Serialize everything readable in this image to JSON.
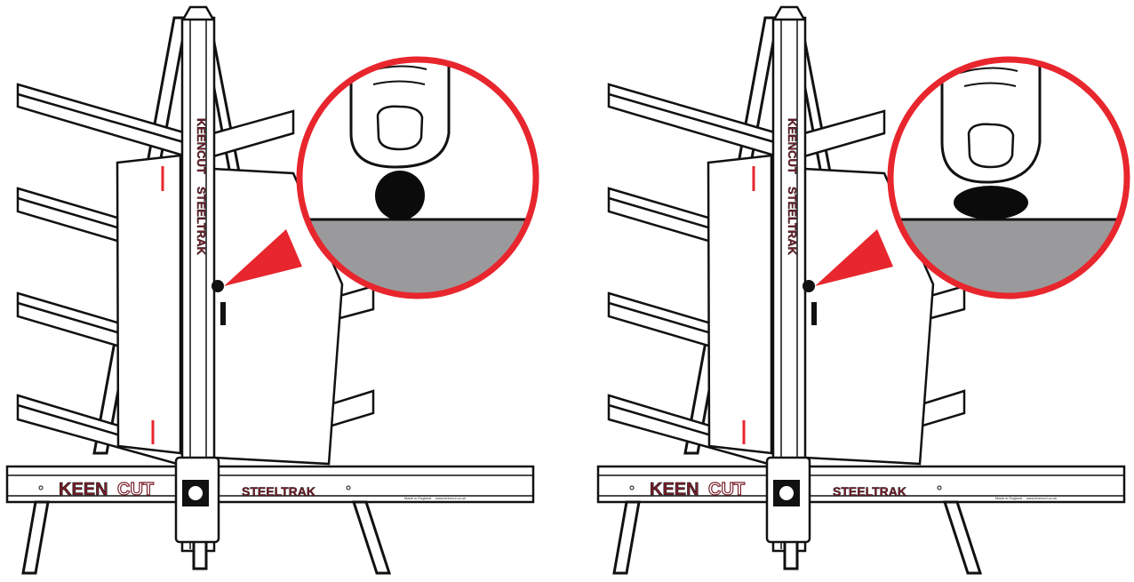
{
  "panels": [
    {
      "id": "left",
      "state": "ball-uncompressed",
      "brand_text": "KEENCUT",
      "brand_left": "KEEN",
      "brand_right": "CUT",
      "product_text": "STEELTRAK",
      "made_in": "Made in England",
      "url": "www.keencut.co.uk"
    },
    {
      "id": "right",
      "state": "ball-compressed",
      "brand_text": "KEENCUT",
      "brand_left": "KEEN",
      "brand_right": "CUT",
      "product_text": "STEELTRAK",
      "made_in": "Made in England",
      "url": "www.keencut.co.uk"
    }
  ],
  "colors": {
    "outline": "#111111",
    "callout_red": "#e8262d",
    "brand_maroon": "#7a1f2b",
    "surface_grey": "#9a9a9c",
    "ball_black": "#0b0b0b"
  },
  "icons": {
    "finger": "fingertip-icon",
    "ball": "rubber-ball-icon"
  }
}
